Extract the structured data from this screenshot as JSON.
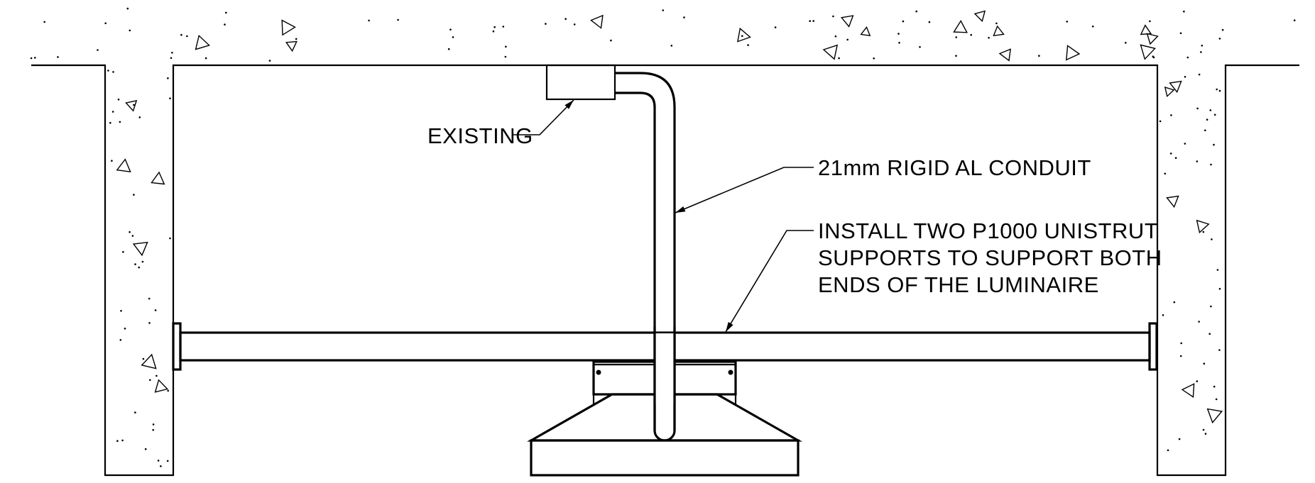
{
  "callouts": {
    "existing": "EXISTING",
    "conduit": "21mm RIGID AL CONDUIT",
    "unistrut": [
      "INSTALL TWO P1000 UNISTRUT",
      "SUPPORTS TO SUPPORT BOTH",
      "ENDS OF THE LUMINAIRE"
    ]
  },
  "colors": {
    "line": "#000000",
    "background": "#ffffff"
  }
}
